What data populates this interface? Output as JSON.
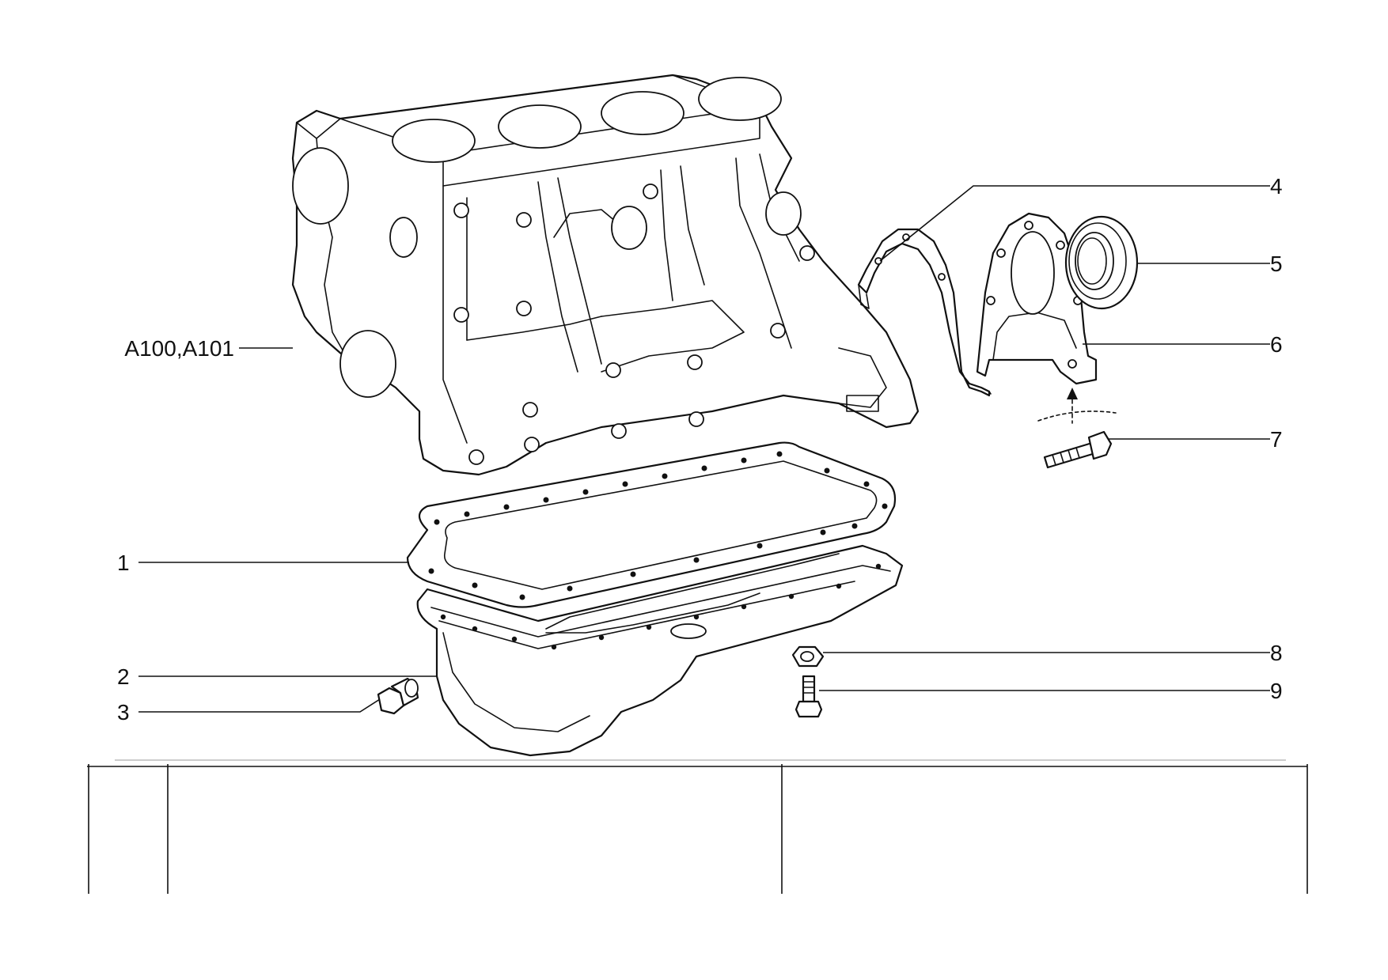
{
  "callouts": [
    {
      "id": "1",
      "label": "1"
    },
    {
      "id": "2",
      "label": "2"
    },
    {
      "id": "3",
      "label": "3"
    },
    {
      "id": "4",
      "label": "4"
    },
    {
      "id": "5",
      "label": "5"
    },
    {
      "id": "6",
      "label": "6"
    },
    {
      "id": "7",
      "label": "7"
    },
    {
      "id": "8",
      "label": "8"
    },
    {
      "id": "9",
      "label": "9"
    },
    {
      "id": "block",
      "label": "A100,A101"
    }
  ],
  "colors": {
    "ink": "#111111",
    "paper": "#ffffff"
  }
}
